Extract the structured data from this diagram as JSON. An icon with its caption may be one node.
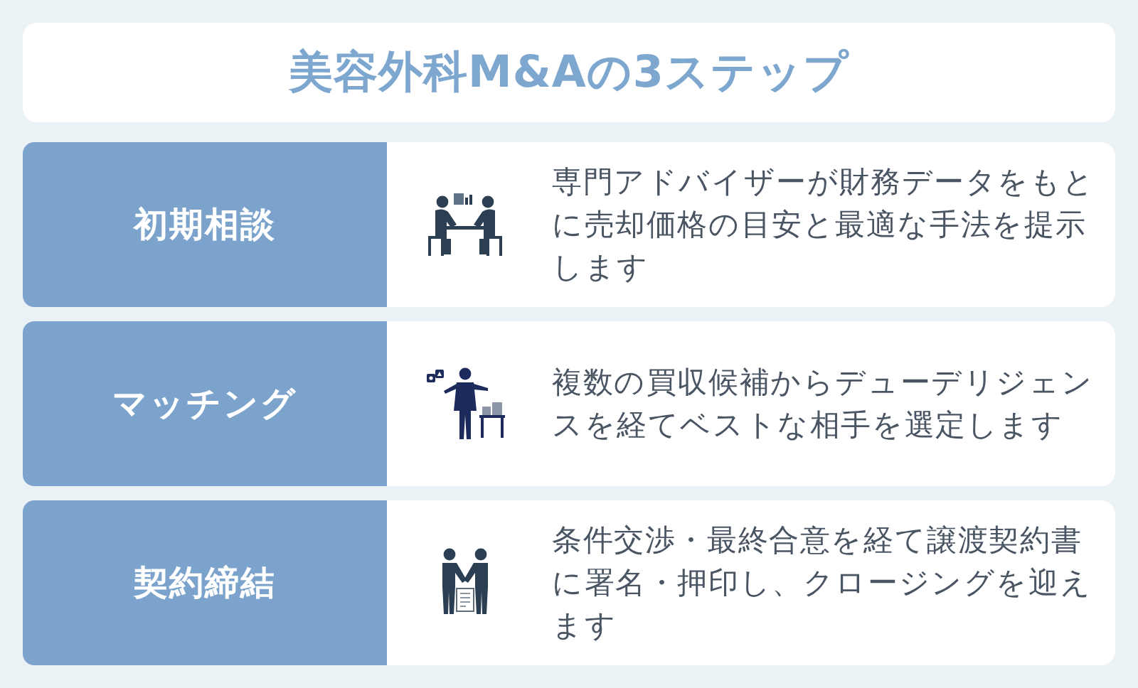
{
  "diagram": {
    "title": "美容外科M&Aの3ステップ",
    "nodes": [
      {
        "text": [
          "初期相談"
        ]
      },
      {
        "text": [
          "専門アドバイザーが財務データをもとに売却価格の目安と最適な手法を提示します"
        ]
      },
      {
        "text": [
          "マッチング"
        ]
      },
      {
        "text": [
          "複数の買収候補からデューデリジェンスを経てベストな相手を選定します"
        ]
      },
      {
        "text": [
          "契約締結"
        ]
      },
      {
        "text": [
          "条件交渉・最終合意を経て譲渡契約書に署名・押印し、クロージングを迎えます"
        ]
      }
    ]
  }
}
